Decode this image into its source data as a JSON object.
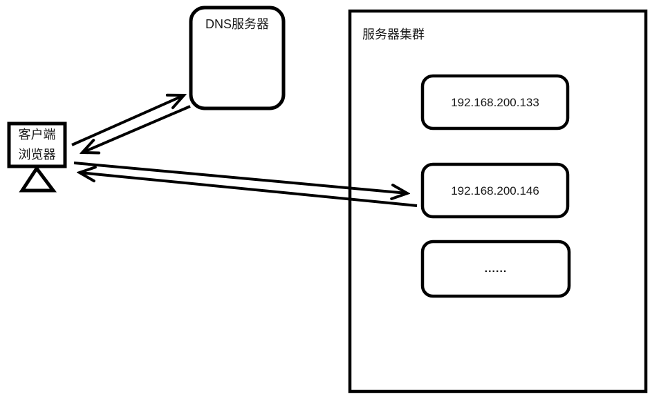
{
  "diagram": {
    "client": {
      "line1": "客户端",
      "line2": "浏览器"
    },
    "dns": {
      "label": "DNS服务器"
    },
    "cluster": {
      "label": "服务器集群",
      "servers": [
        "192.168.200.133",
        "192.168.200.146",
        "......"
      ]
    },
    "colors": {
      "line": "#000000",
      "background": "#ffffff"
    }
  }
}
